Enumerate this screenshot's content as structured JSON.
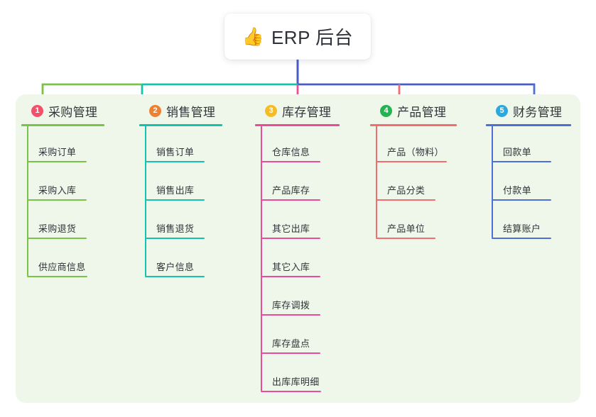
{
  "root": {
    "icon": "thumbs-up-icon",
    "emoji": "👍",
    "title": "ERP 后台"
  },
  "theme": {
    "page_background": "#ffffff",
    "panel_background": "#eef7ea",
    "card_background": "#ffffff",
    "text_color": "#32363c",
    "root_connector": "#4a5cc4"
  },
  "columns": [
    {
      "number": "1",
      "title": "采购管理",
      "badge_color": "#f4506b",
      "line_color": "#7ac24a",
      "items": [
        {
          "label": "采购订单"
        },
        {
          "label": "采购入库"
        },
        {
          "label": "采购退货"
        },
        {
          "label": "供应商信息"
        }
      ]
    },
    {
      "number": "2",
      "title": "销售管理",
      "badge_color": "#f08030",
      "line_color": "#16c2ae",
      "items": [
        {
          "label": "销售订单"
        },
        {
          "label": "销售出库"
        },
        {
          "label": "销售退货"
        },
        {
          "label": "客户信息"
        }
      ]
    },
    {
      "number": "3",
      "title": "库存管理",
      "badge_color": "#f5bc26",
      "line_color": "#ea4c9a",
      "items": [
        {
          "label": "仓库信息"
        },
        {
          "label": "产品库存"
        },
        {
          "label": "其它出库"
        },
        {
          "label": "其它入库"
        },
        {
          "label": "库存调拨"
        },
        {
          "label": "库存盘点"
        },
        {
          "label": "出库库明细"
        }
      ]
    },
    {
      "number": "4",
      "title": "产品管理",
      "badge_color": "#25b351",
      "line_color": "#f26d6d",
      "items": [
        {
          "label": "产品（物料）"
        },
        {
          "label": "产品分类"
        },
        {
          "label": "产品单位"
        }
      ]
    },
    {
      "number": "5",
      "title": "财务管理",
      "badge_color": "#2aa9e0",
      "line_color": "#4f6fd8",
      "items": [
        {
          "label": "回款单"
        },
        {
          "label": "付款单"
        },
        {
          "label": "结算账户"
        }
      ]
    }
  ]
}
